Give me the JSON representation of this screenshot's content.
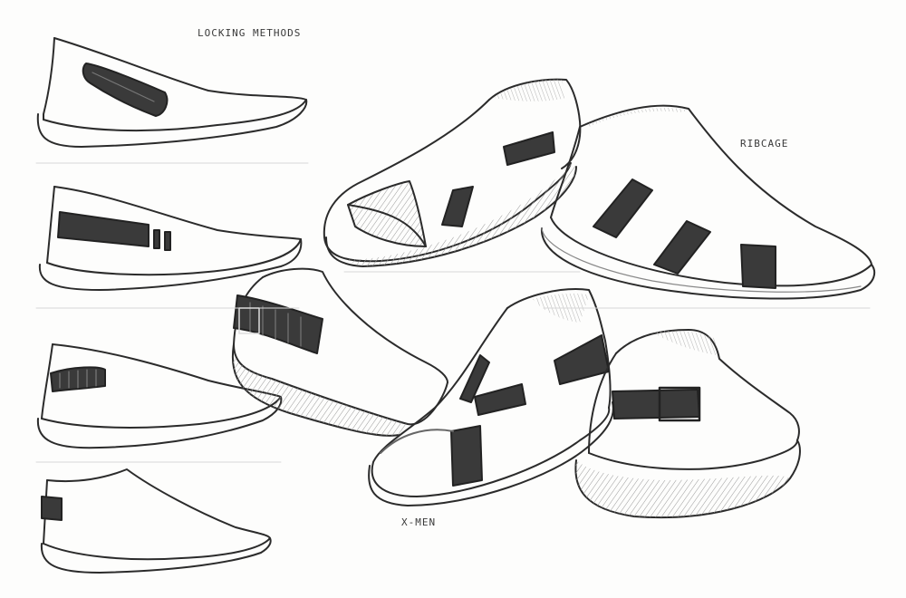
{
  "labels": {
    "locking_methods": "LOCKING METHODS",
    "ribcage": "RIBCAGE",
    "x_men": "X-MEN"
  },
  "colors": {
    "paper": "#fdfdfc",
    "pencil": "#2b2b2b",
    "strap": "#3a3a3a",
    "shade": "#bdbdbd"
  },
  "sketches": [
    "locking-method-wrap-strap",
    "locking-method-side-strap",
    "locking-method-heel-band",
    "locking-method-heel-tab",
    "open-sandal-front",
    "ribcage-shoe",
    "heel-strap-shoe",
    "x-men-shoe",
    "rear-strap-shoe"
  ]
}
